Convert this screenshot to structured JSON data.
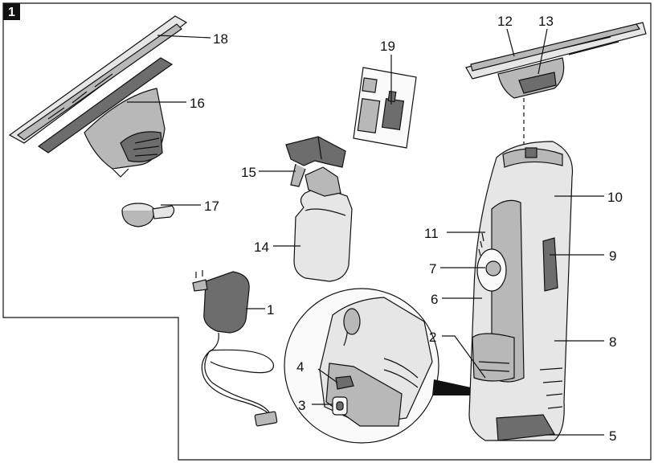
{
  "figure": {
    "badge": "1",
    "callouts": {
      "c1": "1",
      "c2": "2",
      "c3": "3",
      "c4": "4",
      "c5": "5",
      "c6": "6",
      "c7": "7",
      "c8": "8",
      "c9": "9",
      "c10": "10",
      "c11": "11",
      "c12": "12",
      "c13": "13",
      "c14": "14",
      "c15": "15",
      "c16": "16",
      "c17": "17",
      "c18": "18",
      "c19": "19"
    },
    "colors": {
      "line": "#111111",
      "dark": "#6d6d6d",
      "mid": "#b8b8b8",
      "light": "#e6e6e6"
    }
  }
}
